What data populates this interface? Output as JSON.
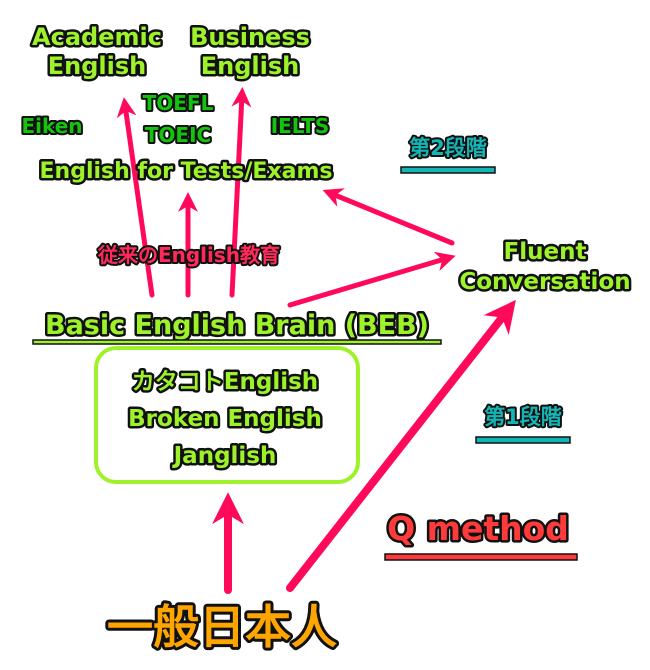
{
  "colors": {
    "light_green": "#9ef22a",
    "dark_green": "#14c40c",
    "arrow": "#ff0a5a",
    "teal": "#13b5b5",
    "q_method": "#ff3a3a",
    "origin": "#ffa500"
  },
  "top": {
    "academic": [
      "Academic",
      "English"
    ],
    "business": [
      "Business",
      "English"
    ]
  },
  "tests": {
    "toefl": "TOEFL",
    "toeic": "TOEIC",
    "eiken": "Eiken",
    "ielts": "IELTS",
    "heading": "English for Tests/Exams"
  },
  "traditional": "従来のEnglish教育",
  "beb": "Basic English Brain (BEB)",
  "box": {
    "lines": [
      "カタコトEnglish",
      "Broken English",
      "Janglish"
    ]
  },
  "stage2": "第2段階",
  "stage1": "第1段階",
  "fluent": [
    "Fluent",
    "Conversation"
  ],
  "q_method": "Q method",
  "origin": "一般日本人"
}
